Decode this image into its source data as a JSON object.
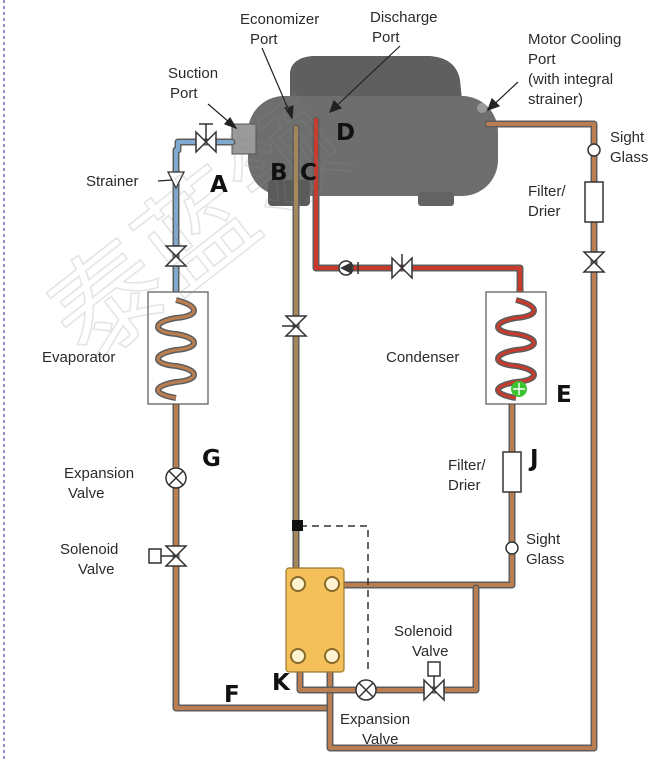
{
  "colors": {
    "discharge": "#c73a2c",
    "economizer": "#a6875a",
    "liquid": "#bb7e51",
    "suction": "#7fa9cf",
    "compressor": "#6e6e6e",
    "heat_exchanger": "#f3c05a",
    "marker": "#39c430"
  },
  "ports": {
    "economizer": [
      "Economizer",
      "Port"
    ],
    "discharge": [
      "Discharge",
      "Port"
    ],
    "suction": [
      "Suction",
      "Port"
    ],
    "motor_cooling": [
      "Motor Cooling",
      "Port",
      "(with integral",
      "strainer)"
    ]
  },
  "components": {
    "strainer": "Strainer",
    "evaporator": "Evaporator",
    "condenser": "Condenser",
    "expansion_valve_left": [
      "Expansion",
      "Valve"
    ],
    "solenoid_valve_left": [
      "Solenoid",
      "Valve"
    ],
    "sight_glass_right": [
      "Sight",
      "Glass"
    ],
    "filter_drier_right": [
      "Filter/",
      "Drier"
    ],
    "filter_drier_mid": [
      "Filter/",
      "Drier"
    ],
    "sight_glass_mid": [
      "Sight",
      "Glass"
    ],
    "solenoid_valve_bottom": [
      "Solenoid",
      "Valve"
    ],
    "expansion_valve_bottom": [
      "Expansion",
      "Valve"
    ]
  },
  "markers": {
    "A": "A",
    "B": "B",
    "C": "C",
    "D": "D",
    "E": "E",
    "F": "F",
    "G": "G",
    "J": "J",
    "K": "K"
  },
  "watermark": "泰蓝领",
  "icons": [
    "valve-icon",
    "check-valve-icon",
    "expansion-valve-icon",
    "solenoid-valve-icon",
    "sight-glass-icon",
    "filter-drier-icon",
    "strainer-icon"
  ]
}
